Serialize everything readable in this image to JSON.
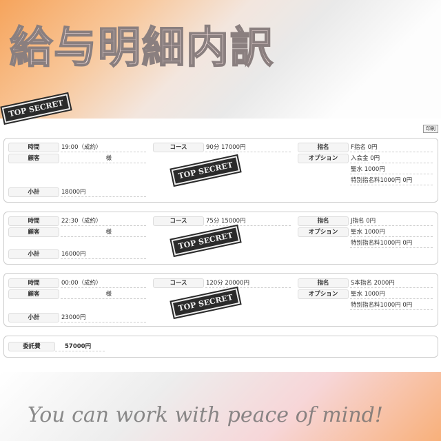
{
  "header": {
    "title": "給与明細内訳",
    "print_label": "印刷",
    "watermark": "You can work with peace of mind!",
    "stamp_text": "TOP SECRET"
  },
  "labels": {
    "time": "時間",
    "customer": "顧客",
    "subtotal": "小計",
    "course": "コース",
    "nomination": "指名",
    "option": "オプション",
    "commission": "委託費"
  },
  "entries": [
    {
      "time": "19:00（成約）",
      "customer": "様",
      "subtotal": "18000円",
      "course": "90分 17000円",
      "nomination": "F指名 0円",
      "options": [
        "入会金 0円",
        "聖水 1000円",
        "特別指名料1000円 0円"
      ]
    },
    {
      "time": "22:30（成約）",
      "customer": "様",
      "subtotal": "16000円",
      "course": "75分 15000円",
      "nomination": "J指名 0円",
      "options": [
        "聖水 1000円",
        "特別指名料1000円 0円"
      ]
    },
    {
      "time": "00:00（成約）",
      "customer": "様",
      "subtotal": "23000円",
      "course": "120分 20000円",
      "nomination": "S本指名 2000円",
      "options": [
        "聖水 1000円",
        "特別指名料1000円 0円"
      ]
    }
  ],
  "total": {
    "commission": "57000円"
  }
}
